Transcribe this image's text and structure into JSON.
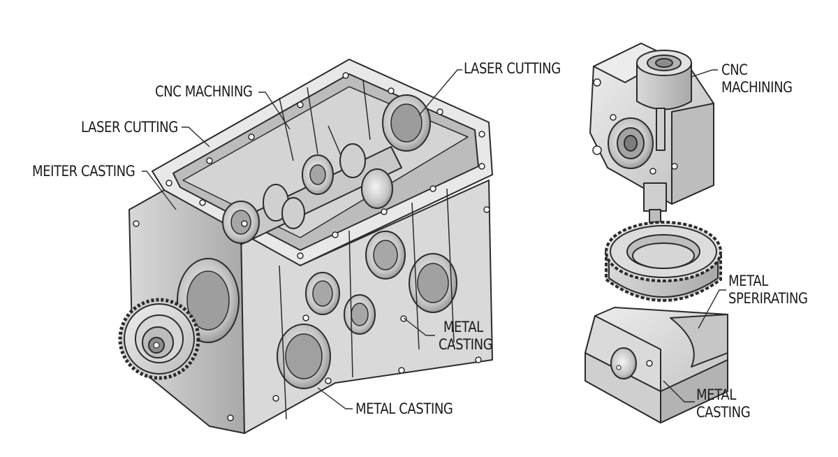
{
  "labels": {
    "left_laser_cutting_top": "LASER CUTTING",
    "left_cnc_machining": "CNC MACHNING",
    "left_laser_cutting": "LASER CUTTING",
    "left_meiter_casting": "MEITER CASTING",
    "left_metal_casting_mid_line1": "METAL",
    "left_metal_casting_mid_line2": "CASTING",
    "left_metal_casting_bottom": "METAL CASTING",
    "right_cnc_line1": "CNC",
    "right_cnc_line2": "MACHINING",
    "right_sperirating_line1": "METAL",
    "right_sperirating_line2": "SPERIRATING",
    "right_metal_casting_line1": "METAL",
    "right_metal_casting_line2": "CASTING"
  },
  "colors": {
    "line": "#2b2b2b",
    "metal_light": "#e6e6e6",
    "metal_mid": "#c9c9c9",
    "metal_dark": "#9a9a9a",
    "background": "#ffffff"
  }
}
